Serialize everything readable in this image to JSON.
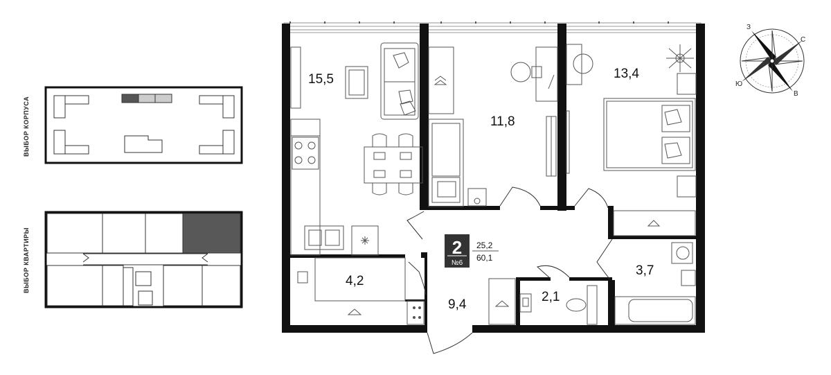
{
  "selectors": {
    "building_label": "ВЫБОР КОРПУСА",
    "apartment_label": "ВЫБОР КВАРТИРЫ"
  },
  "rooms": {
    "kitchen_living": "15,5",
    "bedroom_1": "11,8",
    "bedroom_2": "13,4",
    "storage": "4,2",
    "hall": "9,4",
    "wc": "2,1",
    "bathroom": "3,7"
  },
  "apartment": {
    "rooms_count": "2",
    "living_area": "25,2",
    "total_area": "60,1",
    "number": "№6"
  },
  "compass": {
    "north": "С",
    "south": "Ю",
    "east": "В",
    "west": "З"
  },
  "colors": {
    "wall": "#111111",
    "selected_building": "#555555",
    "building": "#cccccc",
    "selected_apartment": "#585858",
    "line": "#444444"
  }
}
